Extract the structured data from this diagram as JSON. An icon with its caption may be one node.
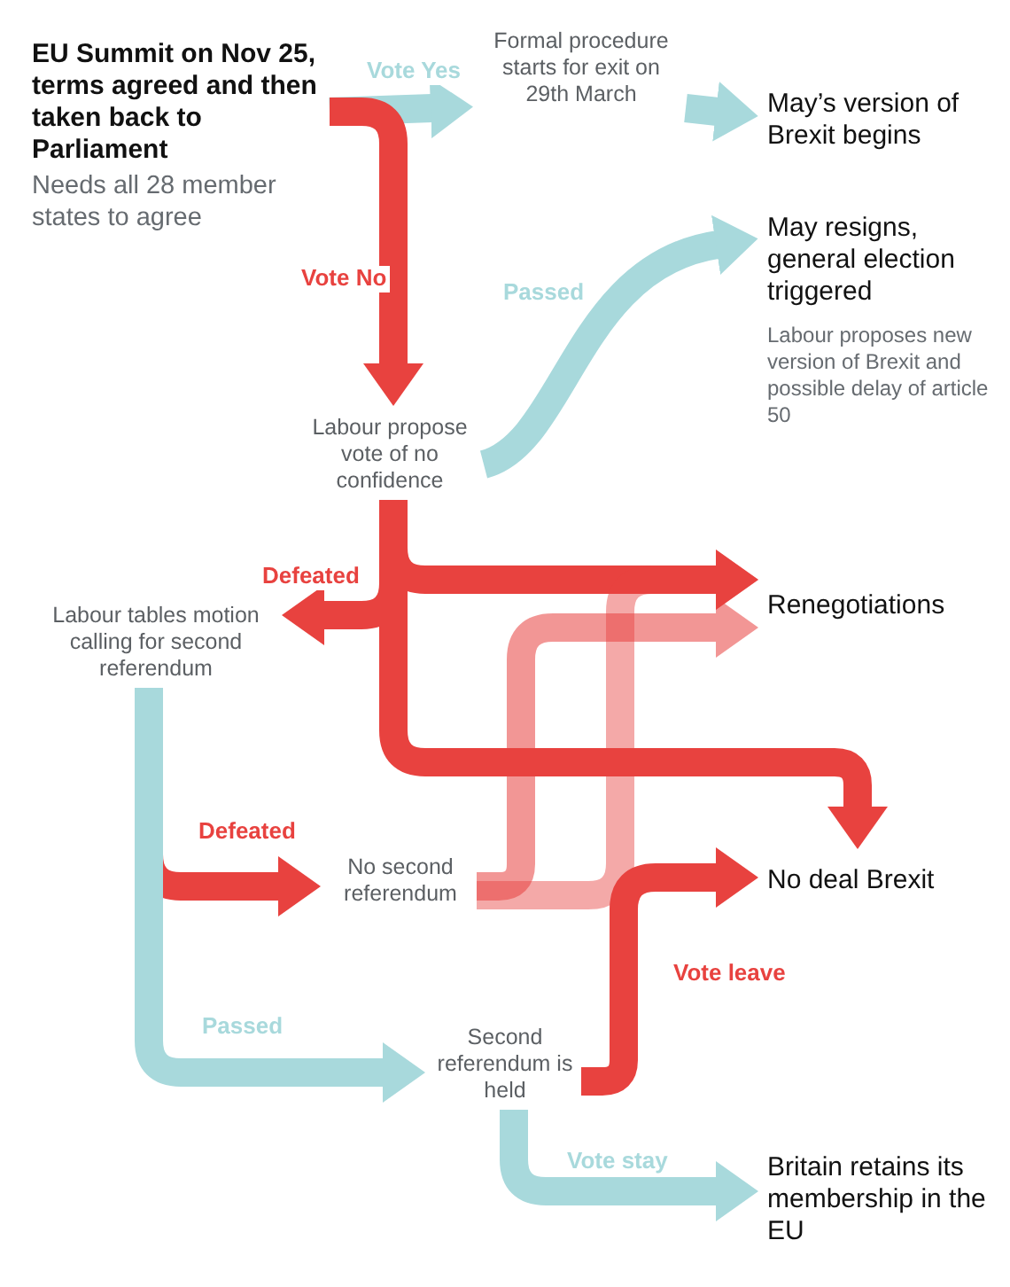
{
  "diagram": {
    "nodes": [
      {
        "text": [
          "EU Summit on Nov 25, terms agreed and then taken back to Parliament",
          "Needs all 28 member states to agree"
        ]
      },
      {
        "text": [
          "Formal procedure starts for exit on 29th March"
        ]
      },
      {
        "text": [
          "May’s version of Brexit begins"
        ]
      },
      {
        "text": [
          "Labour propose vote of no confidence"
        ]
      },
      {
        "text": [
          "May resigns, general election triggered",
          "Labour proposes new version of Brexit and possible delay of article 50"
        ]
      },
      {
        "text": [
          "Labour tables motion calling for second referendum"
        ]
      },
      {
        "text": [
          "Renegotiations"
        ]
      },
      {
        "text": [
          "No second referendum"
        ]
      },
      {
        "text": [
          "No deal Brexit"
        ]
      },
      {
        "text": [
          "Second referendum is held"
        ]
      },
      {
        "text": [
          "Britain retains its membership in the EU"
        ]
      }
    ],
    "edges": [
      {
        "from": 0,
        "to": 1,
        "arrow": "to",
        "label": "Vote Yes",
        "color": "#a8d9dc"
      },
      {
        "from": 1,
        "to": 2,
        "arrow": "to",
        "color": "#a8d9dc"
      },
      {
        "from": 0,
        "to": 3,
        "arrow": "to",
        "label": "Vote No"
      },
      {
        "from": 3,
        "to": 4,
        "arrow": "to",
        "label": "Passed",
        "color": "#a8d9dc"
      },
      {
        "from": 3,
        "to": 5,
        "arrow": "to",
        "label": "Defeated"
      },
      {
        "from": 3,
        "to": 6,
        "arrow": "to"
      },
      {
        "from": 3,
        "to": 8,
        "arrow": "to"
      },
      {
        "from": 5,
        "to": 7,
        "arrow": "to",
        "label": "Defeated"
      },
      {
        "from": 5,
        "to": 9,
        "arrow": "to",
        "label": "Passed",
        "color": "#a8d9dc"
      },
      {
        "from": 7,
        "to": 6,
        "arrow": "to"
      },
      {
        "from": 7,
        "to": 6,
        "arrow": "to"
      },
      {
        "from": 9,
        "to": 8,
        "arrow": "to",
        "label": "Vote leave"
      },
      {
        "from": 9,
        "to": 10,
        "arrow": "to",
        "label": "Vote stay",
        "color": "#a8d9dc"
      }
    ]
  }
}
